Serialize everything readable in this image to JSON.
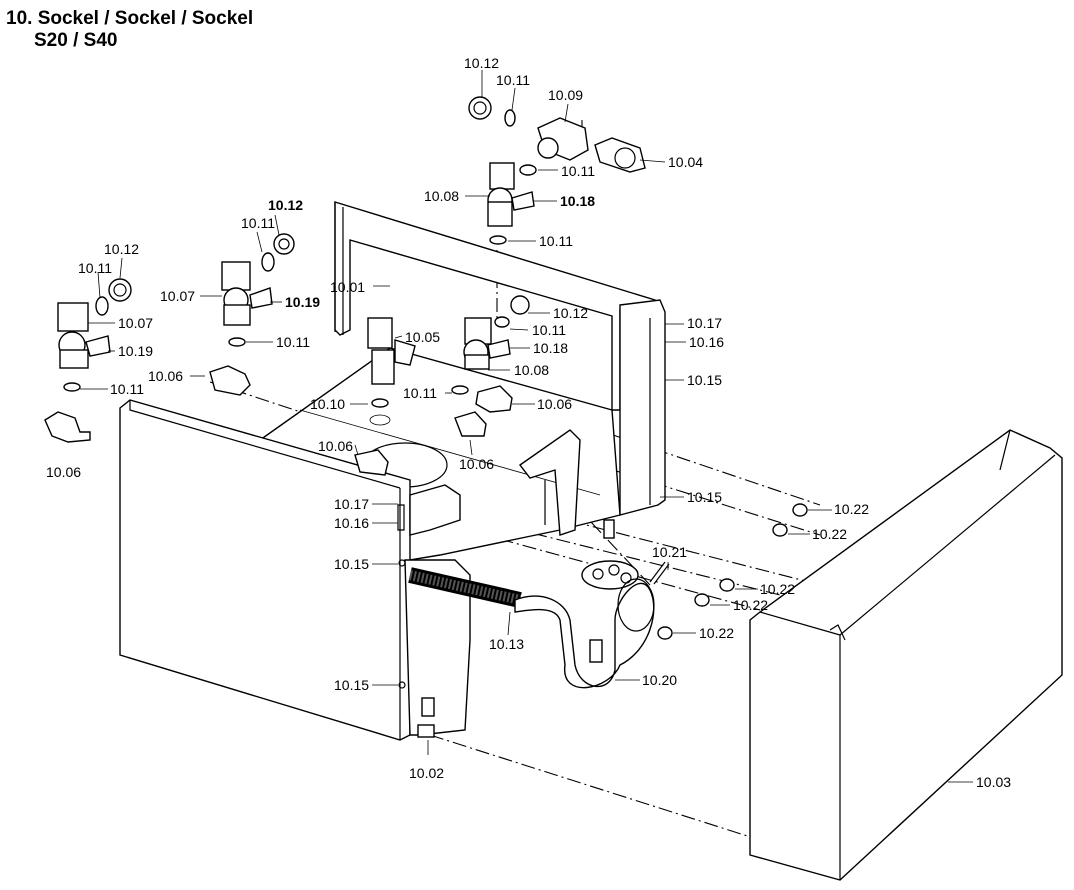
{
  "title": {
    "line1": "10. Sockel / Sockel / Sockel",
    "line2": "S20 / S40"
  },
  "labels": [
    {
      "id": "l1",
      "text": "10.12",
      "bold": false
    },
    {
      "id": "l2",
      "text": "10.11",
      "bold": false
    },
    {
      "id": "l3",
      "text": "10.09",
      "bold": false
    },
    {
      "id": "l4",
      "text": "10.04",
      "bold": false
    },
    {
      "id": "l5",
      "text": "10.11",
      "bold": false
    },
    {
      "id": "l6",
      "text": "10.08",
      "bold": false
    },
    {
      "id": "l7",
      "text": "10.18",
      "bold": true
    },
    {
      "id": "l8",
      "text": "10.11",
      "bold": false
    },
    {
      "id": "l9",
      "text": "10.12",
      "bold": true
    },
    {
      "id": "l10",
      "text": "10.11",
      "bold": false
    },
    {
      "id": "l11",
      "text": "10.12",
      "bold": false
    },
    {
      "id": "l12",
      "text": "10.11",
      "bold": false
    },
    {
      "id": "l13",
      "text": "10.07",
      "bold": false
    },
    {
      "id": "l14",
      "text": "10.19",
      "bold": true
    },
    {
      "id": "l15",
      "text": "10.01",
      "bold": false
    },
    {
      "id": "l16",
      "text": "10.07",
      "bold": false
    },
    {
      "id": "l17",
      "text": "10.19",
      "bold": false
    },
    {
      "id": "l18",
      "text": "10.11",
      "bold": false
    },
    {
      "id": "l19",
      "text": "10.05",
      "bold": false
    },
    {
      "id": "l20",
      "text": "10.12",
      "bold": false
    },
    {
      "id": "l21",
      "text": "10.11",
      "bold": false
    },
    {
      "id": "l22",
      "text": "10.18",
      "bold": false
    },
    {
      "id": "l23",
      "text": "10.17",
      "bold": false
    },
    {
      "id": "l24",
      "text": "10.16",
      "bold": false
    },
    {
      "id": "l25",
      "text": "10.08",
      "bold": false
    },
    {
      "id": "l26",
      "text": "10.15",
      "bold": false
    },
    {
      "id": "l27",
      "text": "10.06",
      "bold": false
    },
    {
      "id": "l28",
      "text": "10.11",
      "bold": false
    },
    {
      "id": "l29",
      "text": "10.11",
      "bold": false
    },
    {
      "id": "l30",
      "text": "10.10",
      "bold": false
    },
    {
      "id": "l31",
      "text": "10.06",
      "bold": false
    },
    {
      "id": "l32",
      "text": "10.06",
      "bold": false
    },
    {
      "id": "l33",
      "text": "10.06",
      "bold": false
    },
    {
      "id": "l34",
      "text": "10.06",
      "bold": false
    },
    {
      "id": "l35",
      "text": "10.15",
      "bold": false
    },
    {
      "id": "l36",
      "text": "10.17",
      "bold": false
    },
    {
      "id": "l37",
      "text": "10.16",
      "bold": false
    },
    {
      "id": "l38",
      "text": "10.22",
      "bold": false
    },
    {
      "id": "l39",
      "text": "10.22",
      "bold": false
    },
    {
      "id": "l40",
      "text": "10.21",
      "bold": false
    },
    {
      "id": "l41",
      "text": "10.15",
      "bold": false
    },
    {
      "id": "l42",
      "text": "10.22",
      "bold": false
    },
    {
      "id": "l43",
      "text": "10.22",
      "bold": false
    },
    {
      "id": "l44",
      "text": "10.13",
      "bold": false
    },
    {
      "id": "l45",
      "text": "10.22",
      "bold": false
    },
    {
      "id": "l46",
      "text": "10.20",
      "bold": false
    },
    {
      "id": "l47",
      "text": "10.15",
      "bold": false
    },
    {
      "id": "l48",
      "text": "10.02",
      "bold": false
    },
    {
      "id": "l49",
      "text": "10.03",
      "bold": false
    }
  ]
}
